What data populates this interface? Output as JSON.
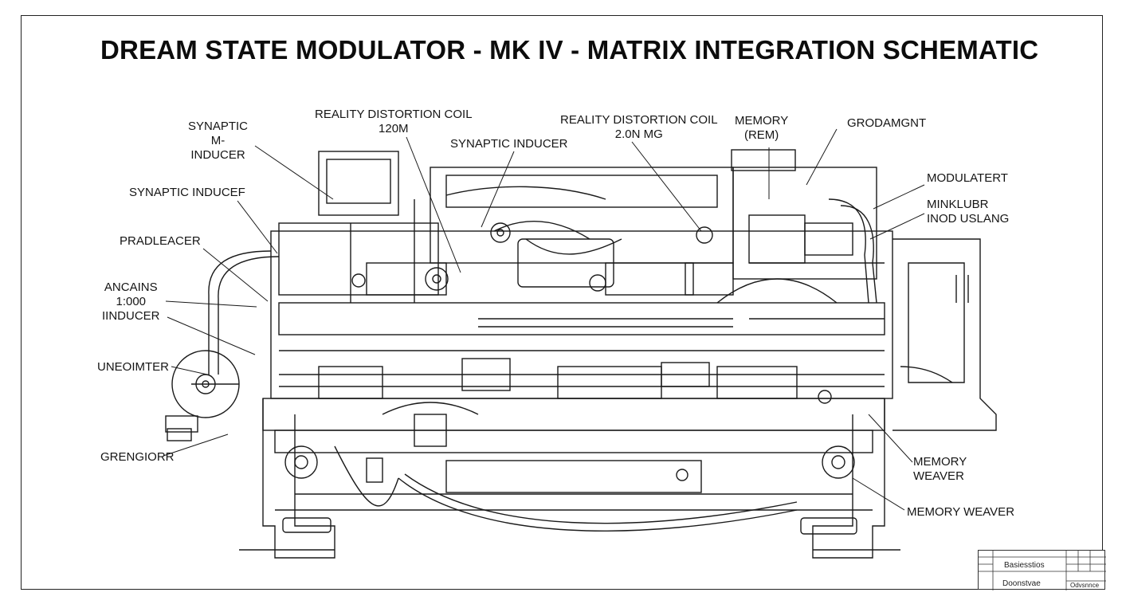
{
  "title": "DREAM STATE MODULATOR - MK IV - MATRIX INTEGRATION SCHEMATIC",
  "labels": {
    "synaptic_m_inducer": [
      "SYNAPTIC",
      "M-",
      "INDUCER"
    ],
    "reality_coil_1": [
      "REALITY DISTORTION COIL",
      "120M"
    ],
    "synaptic_inducer_top": "SYNAPTIC INDUCER",
    "reality_coil_2": [
      "REALITY DISTORTION COIL",
      "2.0N MG"
    ],
    "memory_rem": [
      "MEMORY",
      "(REM)"
    ],
    "grodamgnt": "GRODAMGNT",
    "synaptic_inducer_left": "SYNAPTIC INDUCEF",
    "modulatert": "MODULATERT",
    "minklubr": [
      "MINKLUBR",
      "INOD USLANG"
    ],
    "pradleacer": "PRADLEACER",
    "ancains": [
      "ANCAINS",
      "1:000",
      "IINDUCER"
    ],
    "uneoimter": "UNEOIMTER",
    "grengiorr": "GRENGIORR",
    "memory_weaver_1": [
      "MEMORY",
      "WEAVER"
    ],
    "memory_weaver_2": "MEMORY WEAVER"
  },
  "title_block": {
    "top_cell": "Basiesstios",
    "bottom_cell": "Doonstvae",
    "small_cell": "Odvsnnce"
  }
}
